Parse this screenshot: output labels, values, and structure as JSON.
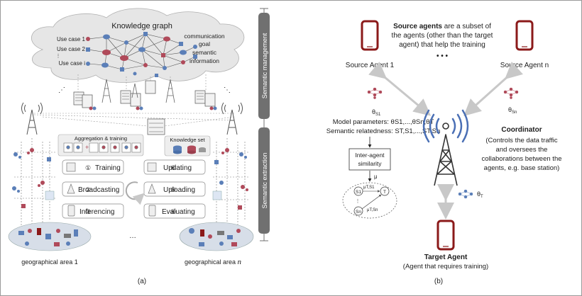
{
  "panel_a": {
    "knowledge_graph_title": "Knowledge graph",
    "use_cases": [
      "Use case 1",
      "Use case 2",
      "⋮",
      "Use case i"
    ],
    "graph_ellipsis": "… ⋮",
    "legend_lines": [
      "communication",
      "goal",
      "semantic",
      "information"
    ],
    "semantic_management": "Semantic management",
    "semantic_extraction": "Semantic extraction",
    "aggregation_training": "Aggregation & training",
    "knowledge_set": "Knowledge set",
    "tasks_left": [
      {
        "num": "①",
        "label": "Training"
      },
      {
        "num": "②",
        "label": "Broadcasting"
      },
      {
        "num": "③",
        "label": "Inferencing"
      }
    ],
    "tasks_right": [
      {
        "num": "⑥",
        "label": "Updating"
      },
      {
        "num": "⑤",
        "label": "Uploading"
      },
      {
        "num": "④",
        "label": "Evaluating"
      }
    ],
    "dots_top_left": "⋰",
    "dots_top_right": "⋱",
    "dots_bottom": "…",
    "area1": "geographical area 1",
    "arean_prefix": "geographical area ",
    "arean_var": "n",
    "caption": "(a)"
  },
  "panel_b": {
    "source_bold": "Source agents",
    "source_rest_1": " are a subset of",
    "source_line2": "the agents (other than the target",
    "source_line3": "agent) that help the training",
    "dots": "• • •",
    "source_agent_1": "Source Agent 1",
    "source_agent_n": "Source Agent n",
    "theta_s1": "θ",
    "theta_s1_sub": "S1",
    "theta_sn": "θ",
    "theta_sn_sub": "Sn",
    "model_params": "Model parameters: θS1,...,θSn,θT",
    "semantic_rel": "Semantic relatedness: ST,S1,...,ST,Sn",
    "inter_agent_1": "Inter-agent",
    "inter_agent_2": "similarity",
    "mu": "μ",
    "node_s1": "S1",
    "node_sn": "Sn",
    "node_t": "T",
    "mu_t_s1": "μT,S1",
    "mu_t_sn": "μT,Sn",
    "coordinator_title": "Coordinator",
    "coordinator_lines": [
      "(Controls the data traffic",
      "and oversees the",
      "collaborations between the",
      "agents, e.g. base station)"
    ],
    "theta_t": "θ",
    "theta_t_sub": "T",
    "target_title": "Target Agent",
    "target_sub": "(Agent that requires training)",
    "caption": "(b)"
  },
  "colors": {
    "phone": "#8b1a1a",
    "tower_wave": "#4a6fb5",
    "cloud": "#e6e6e6",
    "node_blue": "#5b7fb8",
    "node_red": "#b04a5a",
    "arrow": "#c8c8c8",
    "bar": "#707070"
  }
}
